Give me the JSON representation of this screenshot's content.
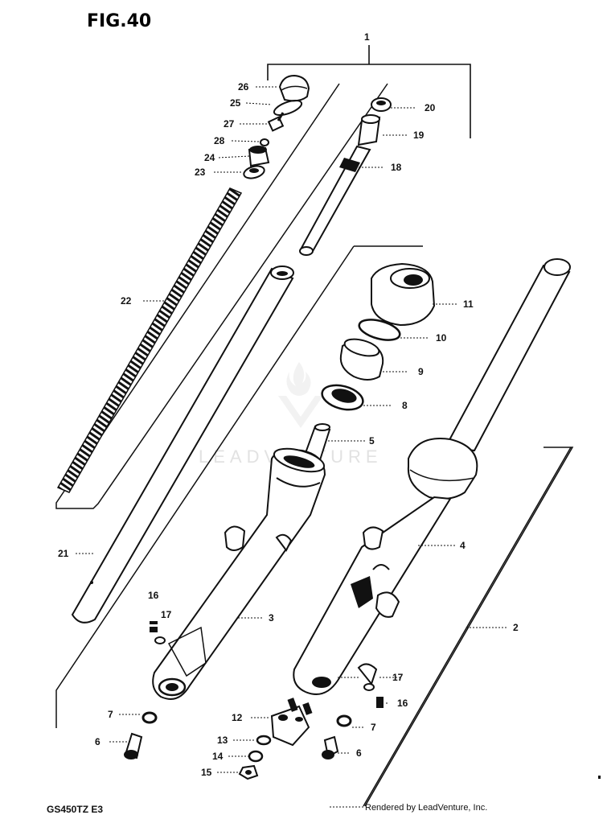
{
  "figure": {
    "title": "FIG.40",
    "code": "GS450TZ E3",
    "credit": "Rendered by LeadVenture, Inc.",
    "watermark": "LEADVENTURE"
  },
  "callouts": [
    {
      "id": "c1",
      "text": "1"
    },
    {
      "id": "c2",
      "text": "2"
    },
    {
      "id": "c3",
      "text": "3"
    },
    {
      "id": "c4",
      "text": "4"
    },
    {
      "id": "c5",
      "text": "5"
    },
    {
      "id": "c6a",
      "text": "6"
    },
    {
      "id": "c6b",
      "text": "6"
    },
    {
      "id": "c7a",
      "text": "7"
    },
    {
      "id": "c7b",
      "text": "7"
    },
    {
      "id": "c8",
      "text": "8"
    },
    {
      "id": "c9",
      "text": "9"
    },
    {
      "id": "c10",
      "text": "10"
    },
    {
      "id": "c11",
      "text": "11"
    },
    {
      "id": "c12",
      "text": "12"
    },
    {
      "id": "c13",
      "text": "13"
    },
    {
      "id": "c14",
      "text": "14"
    },
    {
      "id": "c15",
      "text": "15"
    },
    {
      "id": "c16a",
      "text": "16"
    },
    {
      "id": "c16b",
      "text": "16"
    },
    {
      "id": "c17a",
      "text": "17"
    },
    {
      "id": "c17b",
      "text": "17"
    },
    {
      "id": "c18",
      "text": "18"
    },
    {
      "id": "c19",
      "text": "19"
    },
    {
      "id": "c20",
      "text": "20"
    },
    {
      "id": "c21",
      "text": "21"
    },
    {
      "id": "c22",
      "text": "22"
    },
    {
      "id": "c23",
      "text": "23"
    },
    {
      "id": "c24",
      "text": "24"
    },
    {
      "id": "c25",
      "text": "25"
    },
    {
      "id": "c26",
      "text": "26"
    },
    {
      "id": "c27",
      "text": "27"
    },
    {
      "id": "c28",
      "text": "28"
    }
  ]
}
